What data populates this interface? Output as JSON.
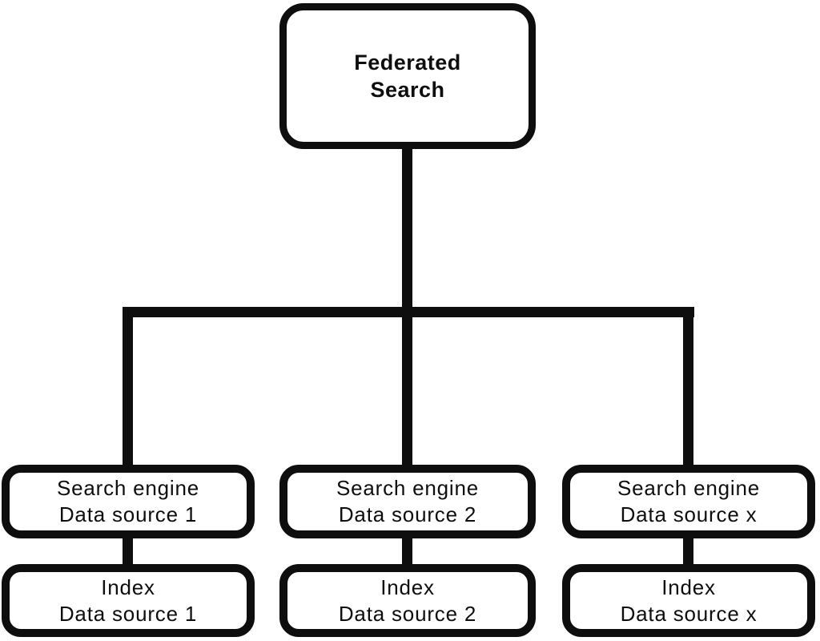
{
  "theme": {
    "ink": "#0e0e0e",
    "bg": "#ffffff"
  },
  "diagram": {
    "root": {
      "line1": "Federated",
      "line2": "Search"
    },
    "columns": [
      {
        "engine": {
          "line1": "Search engine",
          "line2": "Data source 1"
        },
        "index": {
          "line1": "Index",
          "line2": "Data source 1"
        }
      },
      {
        "engine": {
          "line1": "Search engine",
          "line2": "Data source 2"
        },
        "index": {
          "line1": "Index",
          "line2": "Data source 2"
        }
      },
      {
        "engine": {
          "line1": "Search engine",
          "line2": "Data source x"
        },
        "index": {
          "line1": "Index",
          "line2": "Data source x"
        }
      }
    ]
  }
}
